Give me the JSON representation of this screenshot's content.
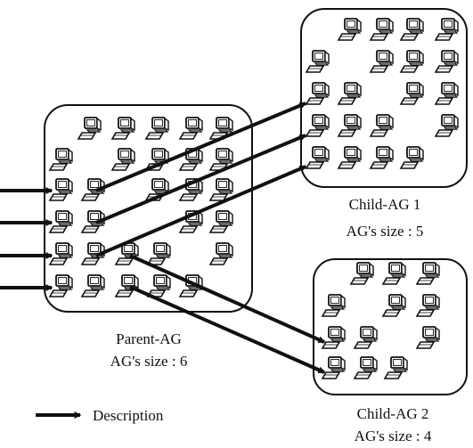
{
  "groups": {
    "parent": {
      "name": "Parent-AG",
      "size_label": "AG's size : 6"
    },
    "child1": {
      "name": "Child-AG 1",
      "size_label": "AG's size : 5"
    },
    "child2": {
      "name": "Child-AG 2",
      "size_label": "AG's size : 4"
    }
  },
  "legend": {
    "label": "Description"
  },
  "icons": {
    "node": "computer-icon",
    "arrow": "arrow-icon"
  },
  "colors": {
    "stroke": "#111111",
    "screen": "#ffffff"
  }
}
